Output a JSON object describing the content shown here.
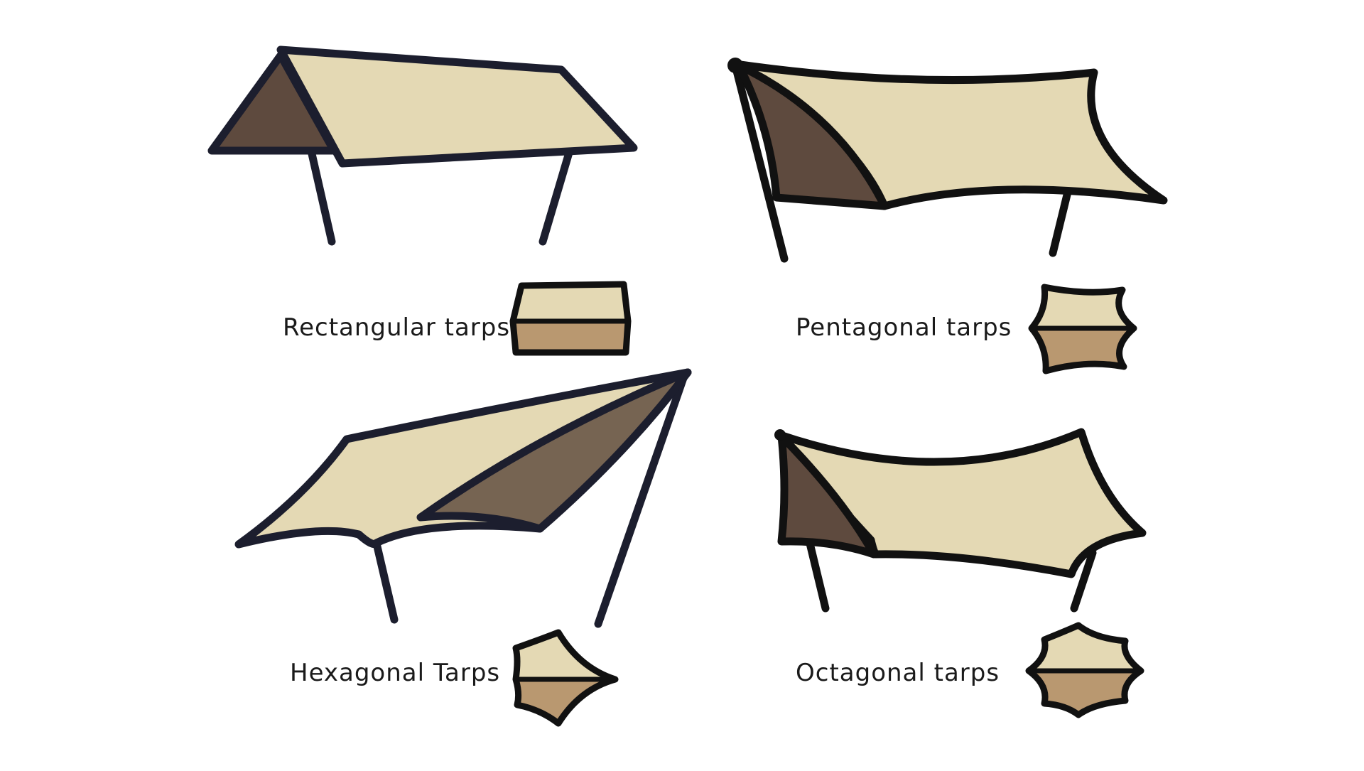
{
  "tarps": [
    {
      "id": "rectangular",
      "label": "Rectangular tarps"
    },
    {
      "id": "pentagonal",
      "label": "Pentagonal tarps"
    },
    {
      "id": "hexagonal",
      "label": "Hexagonal Tarps"
    },
    {
      "id": "octagonal",
      "label": "Octagonal tarps"
    }
  ],
  "colors": {
    "outline": "#1c1e2e",
    "canvas": "#e4d9b4",
    "shade": "#5e4a3e",
    "icon_top": "#e4d9b4",
    "icon_bottom": "#b99870"
  }
}
